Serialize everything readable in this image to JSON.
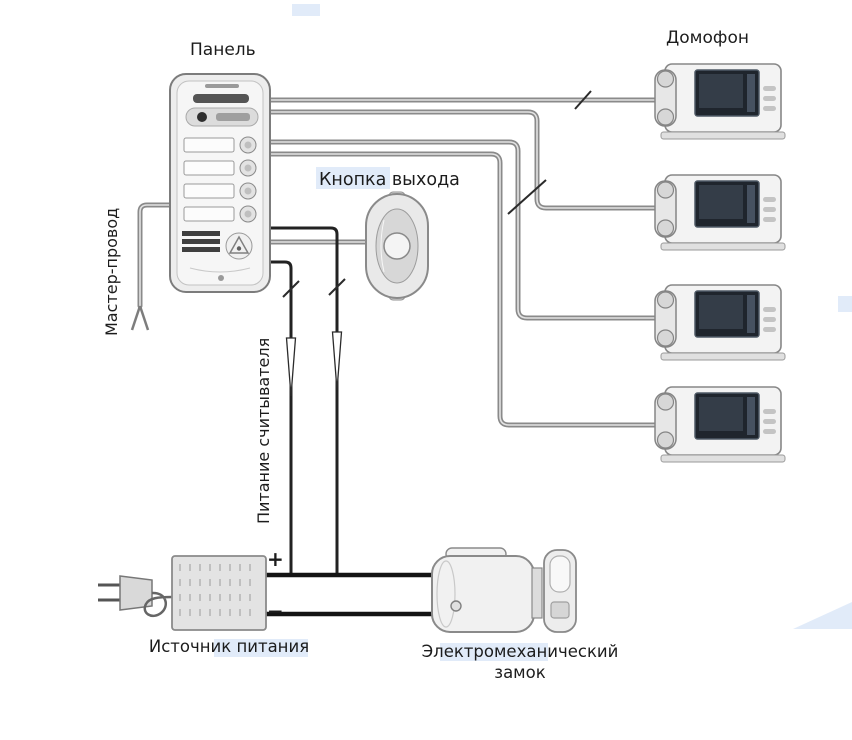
{
  "diagram": {
    "labels": {
      "panel": "Панель",
      "intercom": "Домофон",
      "exit_button": "Кнопка выхода",
      "master_wire": "Мастер-провод",
      "reader_power": "Питание считывателя",
      "power_supply": "Источник питания",
      "lock_line1": "Электромеханический",
      "lock_line2": "замок",
      "polarity_plus": "+",
      "polarity_minus": "−"
    },
    "intercom_units_count": 4,
    "colors": {
      "wire_gray": "#8a8a8a",
      "wire_core": "#e3e3e3",
      "wire_black": "#222222",
      "power_wire_black": "#141414",
      "device_outline": "#8a8a8a",
      "device_fill": "#efefef",
      "screen_dark": "#1f252d",
      "label_text": "#1c1c1c",
      "artifact_blue": "#d9e6f7"
    }
  }
}
